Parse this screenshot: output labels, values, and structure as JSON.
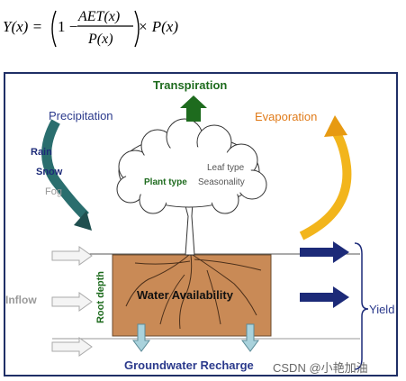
{
  "formula": {
    "lhs": "Y(x) =",
    "one": "1 −",
    "numerator": "AET(x)",
    "denominator": "P(x)",
    "times": "× P(x)"
  },
  "diagram": {
    "transpiration": "Transpiration",
    "precipitation": "Precipitation",
    "evaporation": "Evaporation",
    "rain": "Rain",
    "snow": "Snow",
    "fog": "Fog",
    "leaf_type": "Leaf type",
    "plant_type": "Plant type",
    "seasonality": "Seasonality",
    "inflow": "Inflow",
    "root_depth": "Root depth",
    "water_availability": "Water Availability",
    "yield": "Yield",
    "groundwater_recharge": "Groundwater Recharge"
  },
  "watermark": "CSDN @小艳加油",
  "colors": {
    "frame": "#1f2f66",
    "transpiration": "#1e6b1e",
    "precipitation": "#2b3a8c",
    "evaporation": "#e07b1a",
    "soil": "#c98a56",
    "arrow_navy": "#1c2a78",
    "arrow_teal": "#2a6e6e"
  }
}
